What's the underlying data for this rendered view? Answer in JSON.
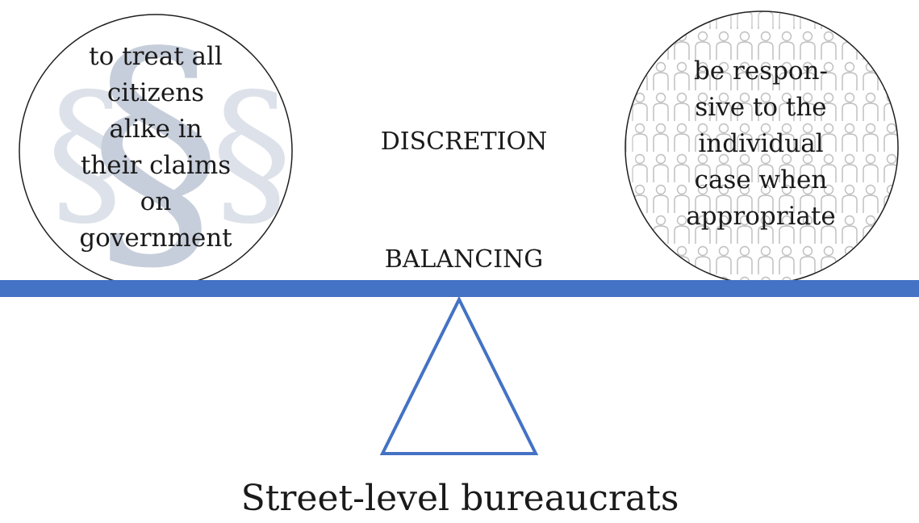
{
  "left_circle": {
    "lines": [
      "to treat all",
      "citizens",
      "alike in",
      "their claims",
      "on",
      "government"
    ],
    "watermark_glyph": "§",
    "watermark_icon": "section-sign-icon"
  },
  "right_circle": {
    "lines": [
      "be respon-",
      "sive to the",
      "individual",
      "case when",
      "appropriate"
    ],
    "background_icon": "crowd-icon"
  },
  "labels": {
    "discretion": "DISCRETION",
    "balancing": "BALANCING"
  },
  "caption": "Street-level bureaucrats",
  "colors": {
    "beam": "#4472c4",
    "fulcrum": "#4472c4",
    "watermark": "#c7cedb",
    "crowd": "#b9b9b9",
    "text": "#1a1a1a"
  }
}
